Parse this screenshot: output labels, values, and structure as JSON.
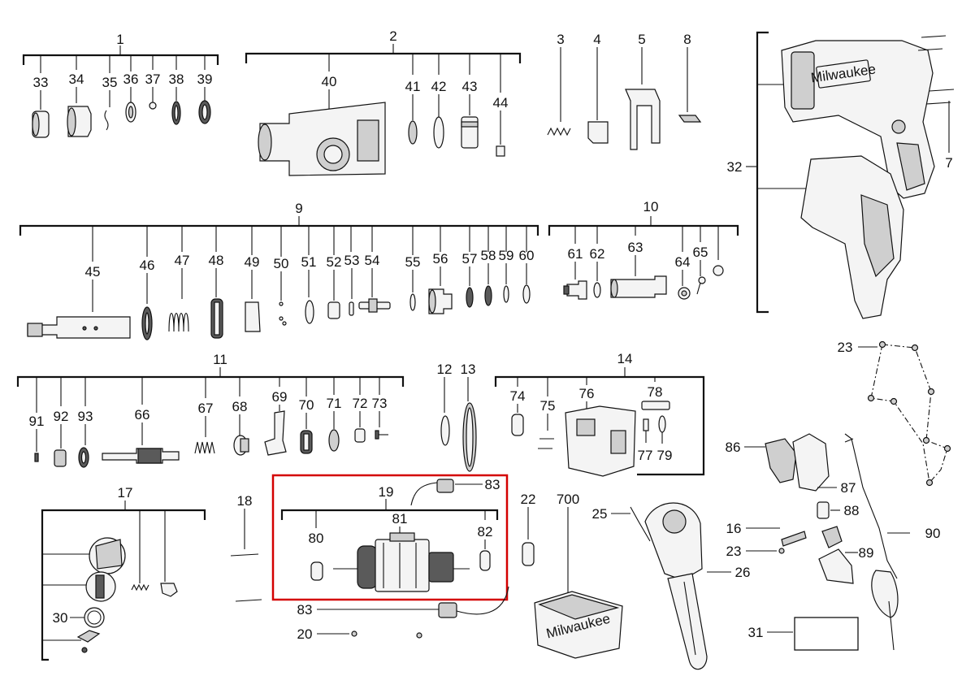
{
  "diagram": {
    "brand_text": "Milwaukee",
    "highlight_color": "#d40000",
    "group_labels": {
      "g1": "1",
      "g2": "2",
      "g9": "9",
      "g10": "10",
      "g11": "11",
      "g14": "14",
      "g17": "17",
      "g19": "19",
      "g32": "32"
    },
    "part_labels": {
      "p33": "33",
      "p34": "34",
      "p35": "35",
      "p36": "36",
      "p37": "37",
      "p38": "38",
      "p39": "39",
      "p40": "40",
      "p41": "41",
      "p42": "42",
      "p43": "43",
      "p44": "44",
      "p3": "3",
      "p4": "4",
      "p5": "5",
      "p8": "8",
      "p7": "7",
      "p45": "45",
      "p46": "46",
      "p47": "47",
      "p48": "48",
      "p49": "49",
      "p50": "50",
      "p51": "51",
      "p52": "52",
      "p53": "53",
      "p54": "54",
      "p55": "55",
      "p56": "56",
      "p57": "57",
      "p58": "58",
      "p59": "59",
      "p60": "60",
      "p61": "61",
      "p62": "62",
      "p63": "63",
      "p64": "64",
      "p65": "65",
      "p91": "91",
      "p92": "92",
      "p93": "93",
      "p66": "66",
      "p67": "67",
      "p68": "68",
      "p69": "69",
      "p70": "70",
      "p71": "71",
      "p72": "72",
      "p73": "73",
      "p12": "12",
      "p13": "13",
      "p74": "74",
      "p75": "75",
      "p76": "76",
      "p78": "78",
      "p77": "77",
      "p79": "79",
      "p23a": "23",
      "p86": "86",
      "p87": "87",
      "p88": "88",
      "p16": "16",
      "p23b": "23",
      "p89": "89",
      "p90": "90",
      "p18": "18",
      "p20": "20",
      "p83a": "83",
      "p83b": "83",
      "p80": "80",
      "p81": "81",
      "p82": "82",
      "p22": "22",
      "p700": "700",
      "p25": "25",
      "p26": "26",
      "p30": "30",
      "p31": "31"
    }
  }
}
